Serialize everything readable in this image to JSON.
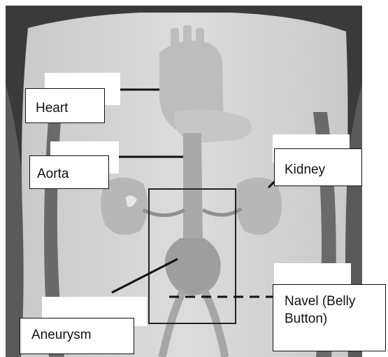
{
  "labels": {
    "heart": "Heart",
    "aorta": "Aorta",
    "kidney": "Kidney",
    "aneurysm": "Aneurysm",
    "navel_line1": "Navel (Belly",
    "navel_line2": "Button)"
  },
  "colors": {
    "frame": "#3a3a3a",
    "body_light": "#d6d6d6",
    "organ_mid": "#b4b4b4",
    "organ_dark": "#9c9c9c",
    "outline": "#111111"
  }
}
